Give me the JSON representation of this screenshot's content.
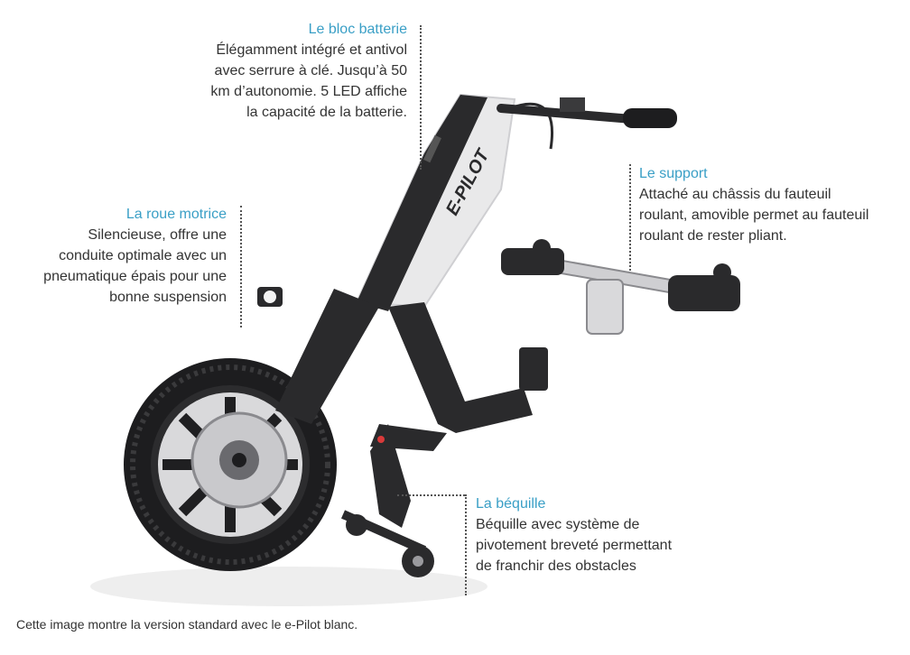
{
  "callouts": {
    "battery": {
      "title": "Le bloc batterie",
      "lines": [
        "Élégamment intégré et antivol",
        "avec serrure à clé. Jusqu’à 50",
        "km d’autonomie. 5 LED affiche",
        "la capacité de la batterie."
      ]
    },
    "wheel": {
      "title": "La roue motrice",
      "lines": [
        "Silencieuse, offre une",
        "conduite optimale avec un",
        "pneumatique épais pour une",
        "bonne suspension"
      ]
    },
    "support": {
      "title": "Le support",
      "lines": [
        "Attaché au châssis du fauteuil",
        "roulant, amovible permet au fauteuil",
        "roulant de rester pliant."
      ]
    },
    "kickstand": {
      "title": "La béquille",
      "lines": [
        "Béquille avec système de",
        "pivotement breveté permettant",
        "de franchir des obstacles"
      ]
    }
  },
  "frame_label": "E-PILOT",
  "caption": "Cette image montre la version standard avec le e-Pilot blanc.",
  "colors": {
    "accent": "#3a9fc6",
    "frame_dark": "#2a2a2c",
    "frame_light": "#e9e9ea"
  }
}
